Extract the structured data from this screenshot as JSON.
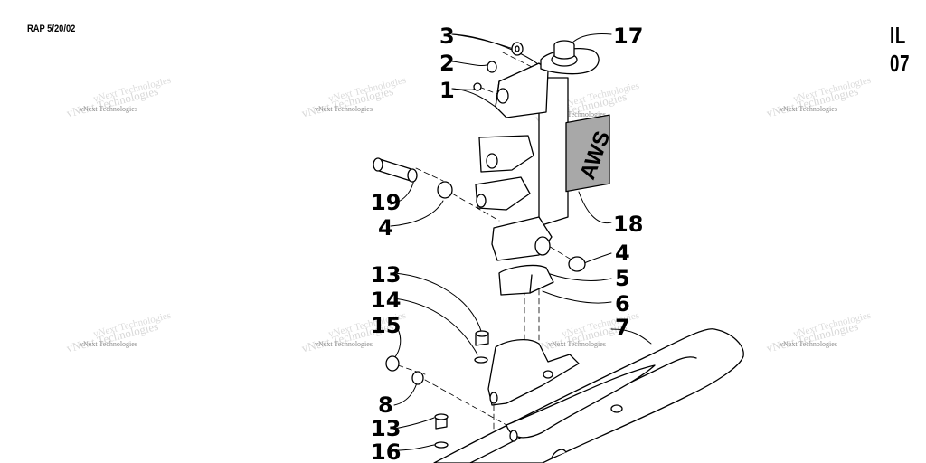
{
  "header": {
    "date_stamp": "RAP 5/20/02",
    "illustration_id": "IL 07"
  },
  "watermark": {
    "text": "vNext Technologies"
  },
  "decal": {
    "text": "AWS"
  },
  "callouts": [
    "3",
    "2",
    "1",
    "19",
    "4",
    "13",
    "14",
    "15",
    "8",
    "13",
    "16",
    "17",
    "18",
    "4",
    "5",
    "6",
    "7"
  ]
}
